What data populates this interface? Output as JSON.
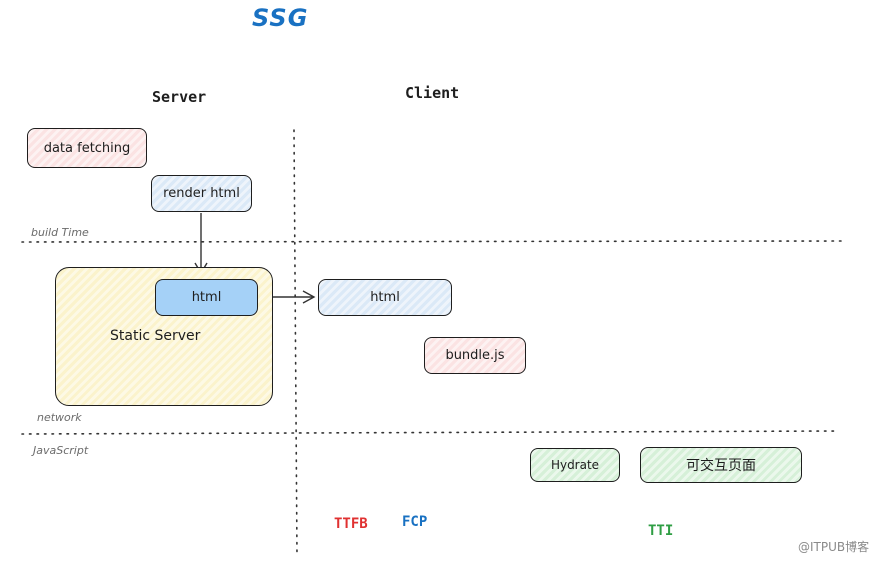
{
  "title": "SSG",
  "columns": {
    "server": "Server",
    "client": "Client"
  },
  "zones": {
    "build_time": "build Time",
    "network": "network",
    "javascript": "JavaScript"
  },
  "boxes": {
    "data_fetching": "data fetching",
    "render_html": "render html",
    "static_server": "Static Server",
    "server_html": "html",
    "client_html": "html",
    "bundle_js": "bundle.js",
    "hydrate": "Hydrate",
    "interactive_page": "可交互页面"
  },
  "metrics": {
    "ttfb": "TTFB",
    "fcp": "FCP",
    "tti": "TTI"
  },
  "colors": {
    "ttfb": "#e03131",
    "fcp": "#1971c2",
    "tti": "#2f9e44",
    "title": "#1971c2"
  },
  "watermark": "@ITPUB博客"
}
